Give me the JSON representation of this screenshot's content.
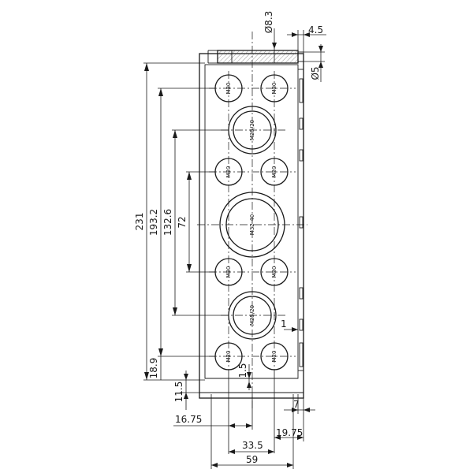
{
  "dimensions": {
    "dia_8_3": "Ø8.3",
    "d_4_5": "4.5",
    "dia_5": "Ø5",
    "d_231": "231",
    "d_193_2": "193.2",
    "d_132_6": "132.6",
    "d_72": "72",
    "d_18_9": "18.9",
    "d_11_5": "11.5",
    "d_1_5": "1.5",
    "d_1": "1",
    "d_7": "7",
    "d_16_75": "16.75",
    "d_19_75": "19.75",
    "d_33_5": "33.5",
    "d_59": "59"
  },
  "holes": {
    "m20": "M20",
    "m25_20": "M25/20",
    "m32_40": "M32-40"
  }
}
